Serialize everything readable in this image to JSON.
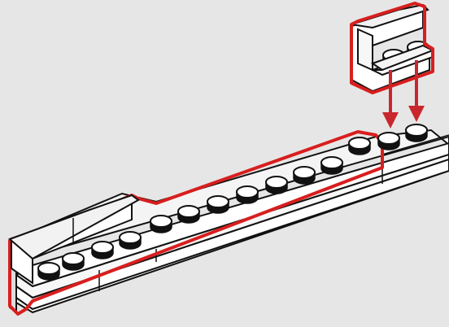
{
  "diagram": {
    "type": "building-instruction-step",
    "description_visible_text": "",
    "colors": {
      "background": "#e6e6e6",
      "brick_top": "#f4f4f4",
      "brick_side": "#ffffff",
      "brick_front_shade": "#d9d9d9",
      "stud_top": "#ffffff",
      "stud_side": "#111111",
      "outline": "#111111",
      "highlight": "#d81e1e",
      "arrow": "#c8282d"
    },
    "parts": [
      {
        "name": "long-plate-base",
        "studs": 14
      },
      {
        "name": "left-bracket",
        "studs": 4
      },
      {
        "name": "new-bracket",
        "studs": 2
      }
    ],
    "arrows": 2
  }
}
